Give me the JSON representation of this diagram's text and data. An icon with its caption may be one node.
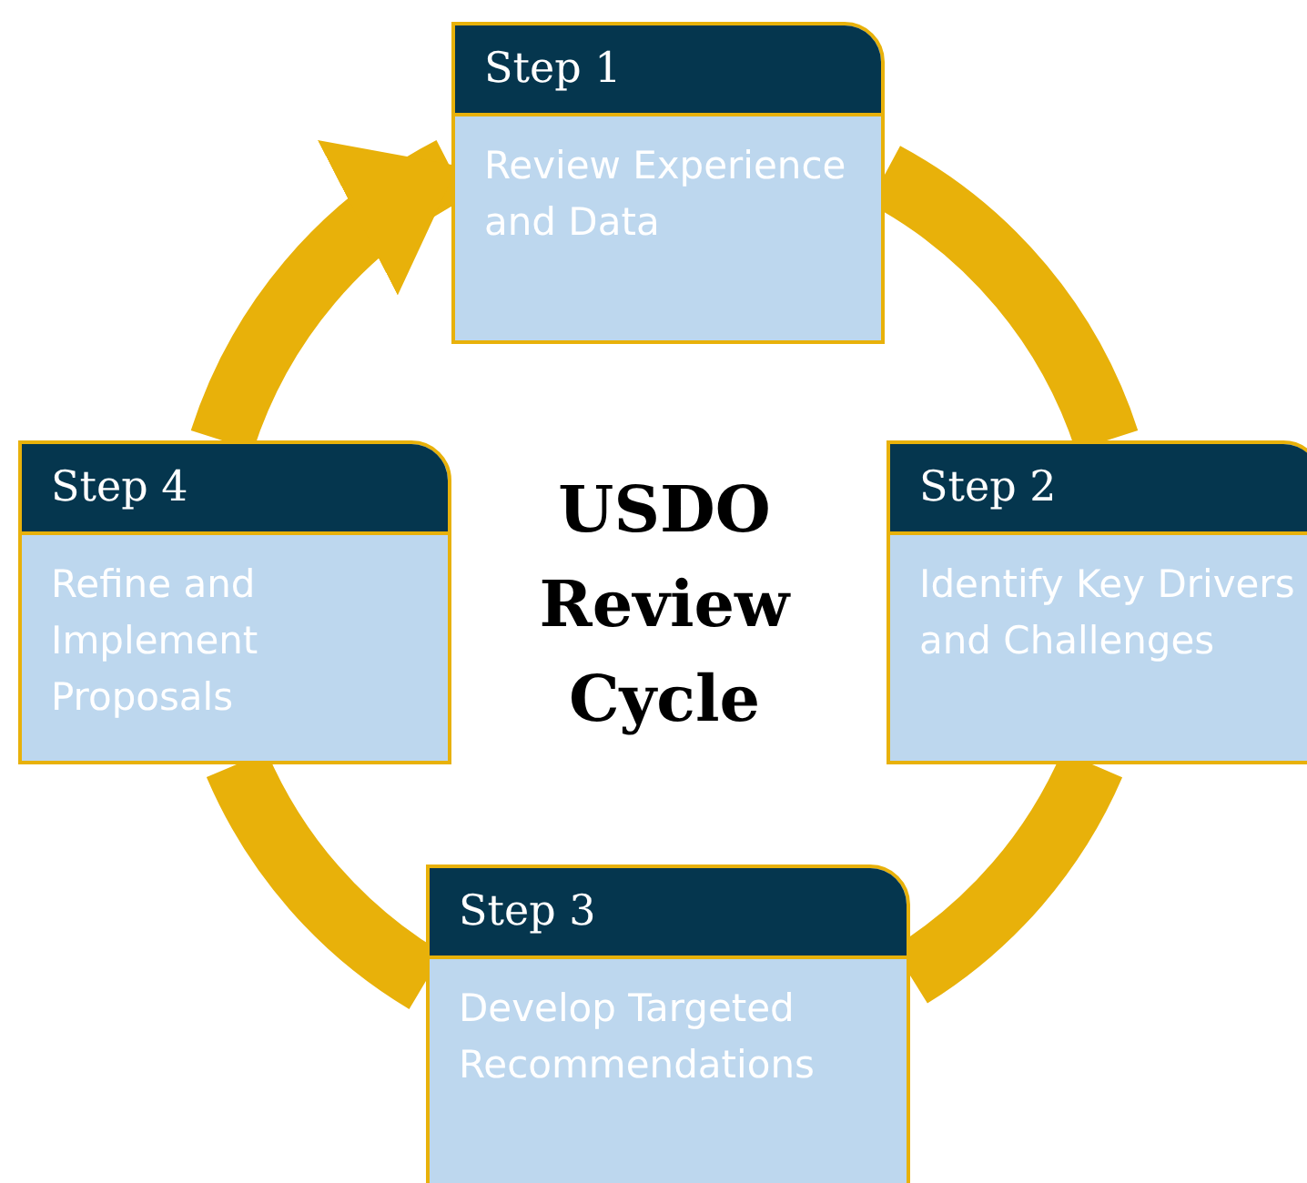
{
  "diagram": {
    "title": "USDO Review Cycle",
    "nodes": [
      {
        "text": [
          "Step 1",
          "Review Experience and Data"
        ]
      },
      {
        "text": [
          "Step 2",
          "Identify Key Drivers and Challenges"
        ]
      },
      {
        "text": [
          "Step 3",
          "Develop Targeted Recommendations"
        ]
      },
      {
        "text": [
          "Step 4",
          "Refine and Implement Proposals"
        ]
      }
    ],
    "edges": [
      {
        "from": 0,
        "to": 1,
        "arrow": "none"
      },
      {
        "from": 1,
        "to": 2,
        "arrow": "none"
      },
      {
        "from": 2,
        "to": 3,
        "arrow": "none"
      },
      {
        "from": 3,
        "to": 0,
        "arrow": "to"
      }
    ]
  }
}
